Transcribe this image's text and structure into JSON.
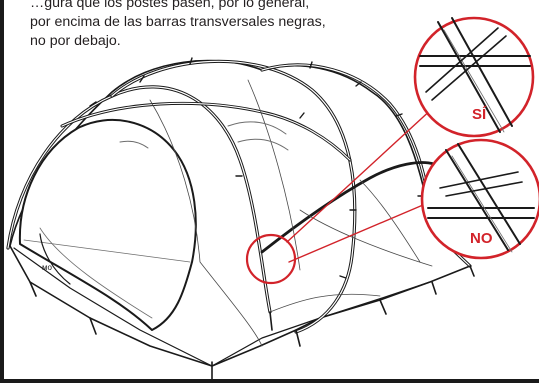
{
  "instruction": {
    "line_1": "…gura que los postes pasen, por lo general,",
    "line_2": "por encima de las barras transversales negras,",
    "line_3": "no por debajo."
  },
  "callouts": {
    "correct_label": "SÍ",
    "incorrect_label": "NO"
  },
  "tent": {
    "tag_text": "ᴍᴏ"
  },
  "colors": {
    "accent_red": "#d2232a",
    "line_black": "#1a1a1a",
    "tent_fill": "#ffffff"
  }
}
